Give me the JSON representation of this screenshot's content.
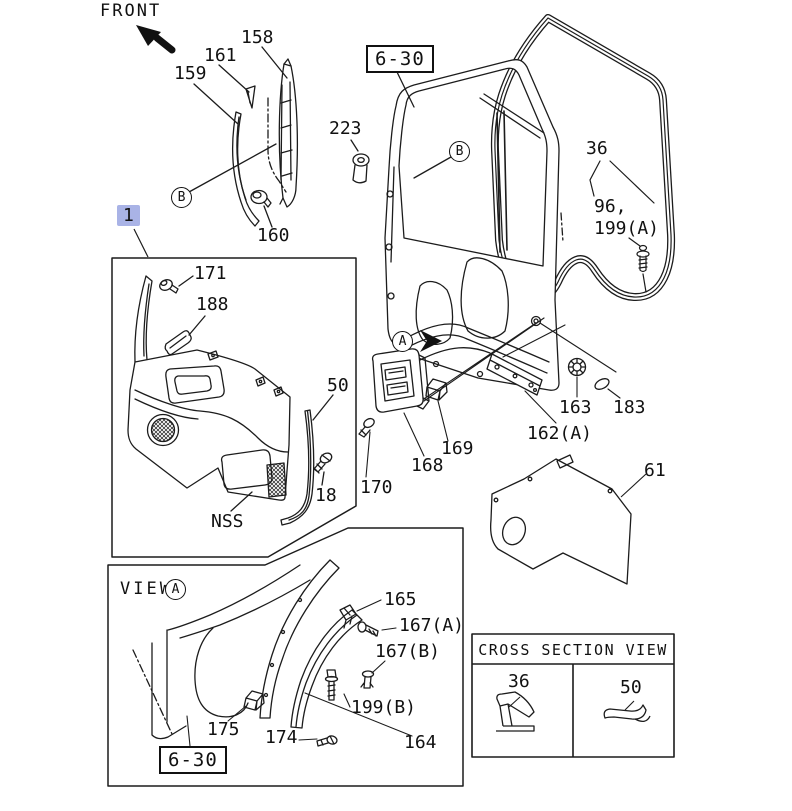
{
  "diagram_type": "vehicle-parts-exploded-diagram",
  "section": "door trim and weatherstrip",
  "colors": {
    "line": "#1c1c1c",
    "background": "#ffffff",
    "highlight": "#a9b3e6"
  },
  "selected_part": "1",
  "labels": {
    "front": "FRONT",
    "n158": "158",
    "n159": "159",
    "n161": "161",
    "n223": "223",
    "ref_top": "6-30",
    "n36": "36",
    "n96": "96,",
    "n199a": "199(A)",
    "n160": "160",
    "n1": "1",
    "n171": "171",
    "n188": "188",
    "n50": "50",
    "n18": "18",
    "nss": "NSS",
    "n170": "170",
    "n168": "168",
    "n169": "169",
    "n162a": "162(A)",
    "n163": "163",
    "n183": "183",
    "n61": "61",
    "view": "VIEW",
    "n165": "165",
    "n167a": "167(A)",
    "n167b": "167(B)",
    "n199b": "199(B)",
    "n164": "164",
    "n175": "175",
    "n174": "174",
    "ref_bottom": "6-30",
    "cs_title": "CROSS SECTION VIEW",
    "cs36": "36",
    "cs50": "50",
    "circle_a": "A",
    "circle_b": "B"
  }
}
